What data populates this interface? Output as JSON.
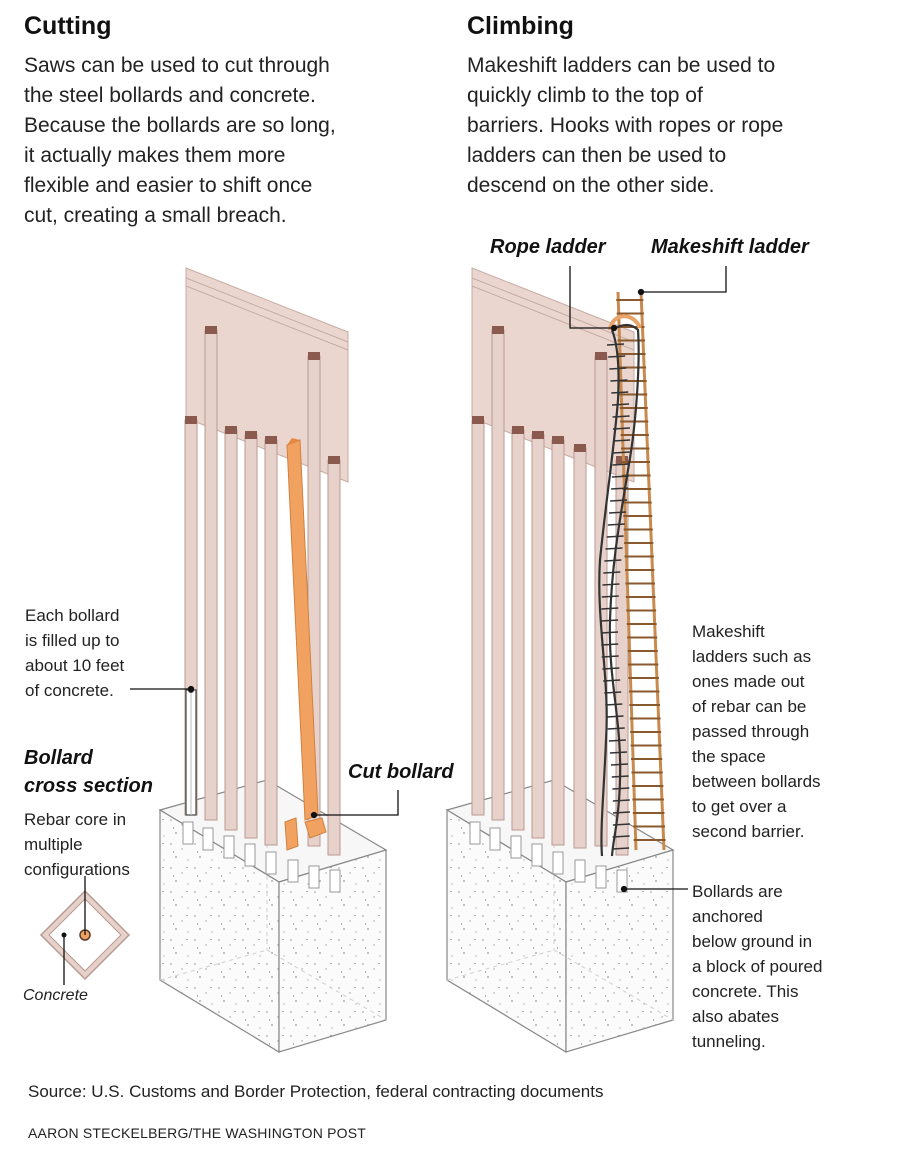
{
  "cutting": {
    "title": "Cutting",
    "text": "Saws can be used to cut through\nthe steel bollards and concrete.\nBecause the bollards are so long,\nit actually makes them more\nflexible and easier to shift once\ncut, creating a small breach."
  },
  "climbing": {
    "title": "Climbing",
    "text": "Makeshift ladders can be used to\nquickly climb to the top of\nbarriers. Hooks with ropes or rope\nladders can then be used to\ndescend on the other side."
  },
  "labels": {
    "rope_ladder": "Rope ladder",
    "makeshift_ladder": "Makeshift ladder",
    "cut_bollard": "Cut bollard",
    "cross_section_title": "Bollard\ncross section",
    "concrete_fill_note": "Each bollard\nis filled up to\nabout 10 feet\nof concrete.",
    "rebar_note": "Rebar core in\nmultiple\nconfigurations",
    "concrete_label": "Concrete",
    "makeshift_note": "Makeshift\nladders such as\nones made out\nof rebar can be\npassed through\nthe space\nbetween bollards\nto get over a\nsecond barrier.",
    "anchored_note": "Bollards are\nanchored\nbelow ground in\na block of poured\nconcrete. This\nalso abates\ntunneling."
  },
  "source": "Source: U.S. Customs and Border Protection, federal contracting documents",
  "credit": "AARON STECKELBERG/THE WASHINGTON POST",
  "colors": {
    "bollard": "#e7d2cb",
    "bollard_edge": "#b89a90",
    "bollard_cap": "#8a5a4e",
    "cut_bollard": "#f1a261",
    "ladder": "#c98a4e",
    "rope_ladder": "#333333",
    "concrete": "#fbfbfb",
    "text": "#222222"
  }
}
